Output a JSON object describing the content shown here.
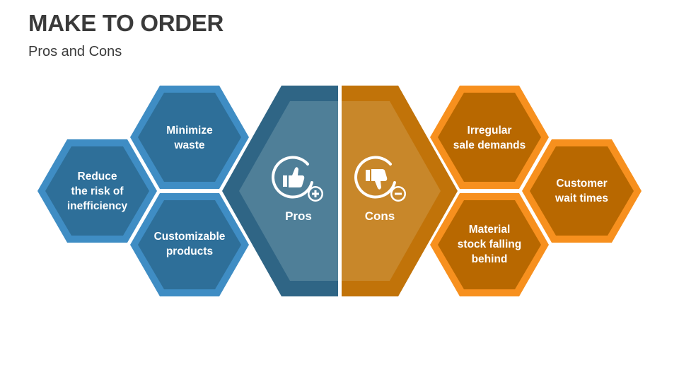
{
  "title": "MAKE TO ORDER",
  "subtitle": "Pros and Cons",
  "pros": {
    "label": "Pros",
    "items": [
      "Minimize\nwaste",
      "Reduce\nthe risk of\ninefficiency",
      "Customizable\nproducts"
    ]
  },
  "cons": {
    "label": "Cons",
    "items": [
      "Irregular\nsale demands",
      "Customer\nwait times",
      "Material\nstock falling\nbehind"
    ]
  },
  "colors": {
    "blue_fill": "#2e6f99",
    "blue_border": "#3f8dc4",
    "blue_dark": "#2f6585",
    "blue_panel": "#4f7f98",
    "orange_fill": "#b86800",
    "orange_border": "#f7901e",
    "orange_dark": "#c17309",
    "orange_panel": "#c8872a"
  },
  "icons": {
    "pros": "thumbs-up-plus-icon",
    "cons": "thumbs-down-minus-icon"
  }
}
